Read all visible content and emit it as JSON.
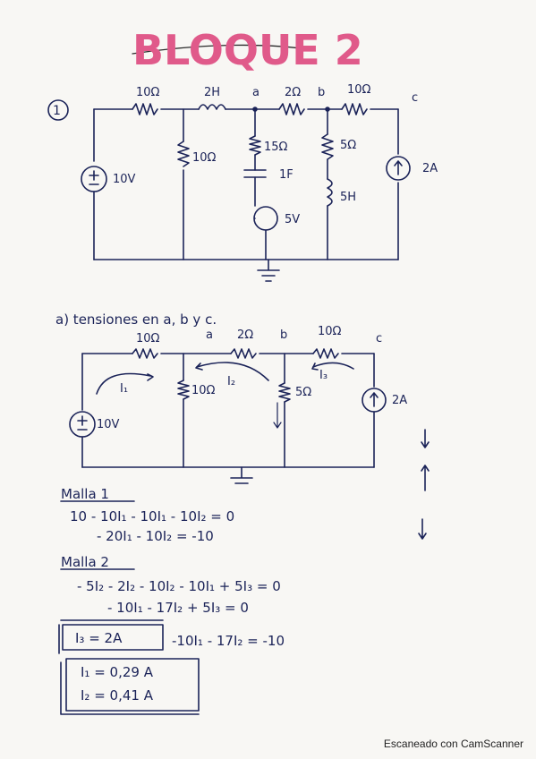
{
  "title": "BLOQUE 2",
  "problem_number": "1",
  "circuit1": {
    "labels": {
      "r_left_top": "10Ω",
      "l_top": "2H",
      "node_a": "a",
      "r_ab": "2Ω",
      "node_b": "b",
      "r_bc": "10Ω",
      "node_c": "c",
      "r_mid": "10Ω",
      "r_a": "15Ω",
      "cap": "1F",
      "vs_a": "5V",
      "r_b": "5Ω",
      "l_b": "5H",
      "is_c": "2A",
      "vs_left": "10V"
    }
  },
  "part_a": "a) tensiones en a, b y c.",
  "circuit2": {
    "labels": {
      "r_top_left": "10Ω",
      "node_a": "a",
      "r_ab": "2Ω",
      "node_b": "b",
      "r_bc": "10Ω",
      "node_c": "c",
      "r_mid": "10Ω",
      "r_b": "5Ω",
      "is": "2A",
      "vs": "10V",
      "i1": "I₁",
      "i2": "I₂",
      "i3": "I₃"
    }
  },
  "malla1": {
    "heading": "Malla 1",
    "eq1": "10 - 10I₁ - 10I₁ - 10I₂ = 0",
    "eq2": "- 20I₁ - 10I₂ = -10"
  },
  "malla2": {
    "heading": "Malla 2",
    "eq1": "- 5I₂ - 2I₂ - 10I₂ - 10I₁ + 5I₃ = 0",
    "eq2": "- 10I₁ - 17I₂ + 5I₃ = 0"
  },
  "i3_box": "I₃ = 2A",
  "eq_final": "-10I₁ - 17I₂ = -10",
  "results": {
    "i1": "I₁ = 0,29 A",
    "i2": "I₂ = 0,41 A"
  },
  "footer": "Escaneado con CamScanner",
  "colors": {
    "ink": "#1b2358",
    "title": "#e05a8a"
  }
}
